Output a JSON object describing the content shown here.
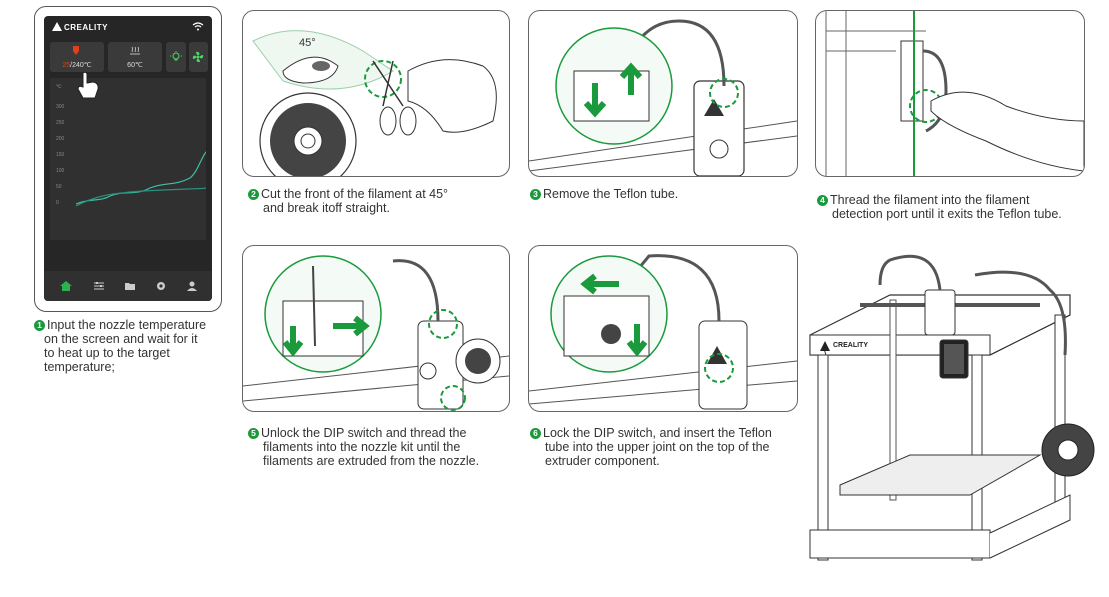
{
  "screen": {
    "brand": "CREALITY",
    "nozzle_temp": "25",
    "nozzle_target": "/240℃",
    "bed_temp": "60℃",
    "temp_unit": "℃",
    "y_ticks": [
      "300",
      "250",
      "200",
      "150",
      "100",
      "50",
      "0"
    ]
  },
  "steps": {
    "s1": {
      "num": "1",
      "lines": [
        "Input the nozzle temperature",
        "on the screen and wait for it",
        "to heat up to the target",
        "temperature;"
      ]
    },
    "s2": {
      "num": "2",
      "lines": [
        "Cut the front of the filament at 45°",
        "and break itoff straight."
      ],
      "angle": "45°"
    },
    "s3": {
      "num": "3",
      "lines": [
        "Remove the Teflon tube."
      ]
    },
    "s4": {
      "num": "4",
      "lines": [
        "Thread the filament into the filament",
        "detection port until it exits the Teflon tube."
      ]
    },
    "s5": {
      "num": "5",
      "lines": [
        "Unlock the DIP switch and thread the",
        "filaments into the nozzle kit until the",
        "filaments are extruded from the nozzle."
      ]
    },
    "s6": {
      "num": "6",
      "lines": [
        "Lock the DIP switch, and insert the Teflon",
        "tube into the upper joint on the top of the",
        "extruder component."
      ]
    }
  },
  "printer_brand": "CREALITY",
  "colors": {
    "accent": "#1a9a3c",
    "line": "#555555",
    "chart_teal": "#3fbfa8",
    "hot": "#e2401b"
  }
}
